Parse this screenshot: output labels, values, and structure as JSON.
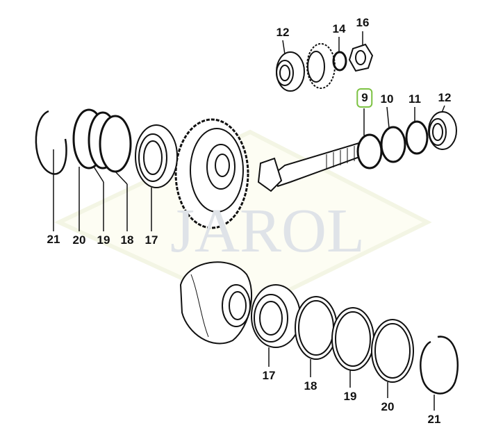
{
  "watermark": "JAROL",
  "highlight_color": "#7cc242",
  "highlighted_part": "9",
  "callouts": {
    "top": [
      "12",
      "14",
      "16"
    ],
    "right": [
      "9",
      "10",
      "11",
      "12"
    ],
    "left": [
      "21",
      "20",
      "19",
      "18",
      "17"
    ],
    "bottom": [
      "17",
      "18",
      "19",
      "20",
      "21"
    ]
  }
}
